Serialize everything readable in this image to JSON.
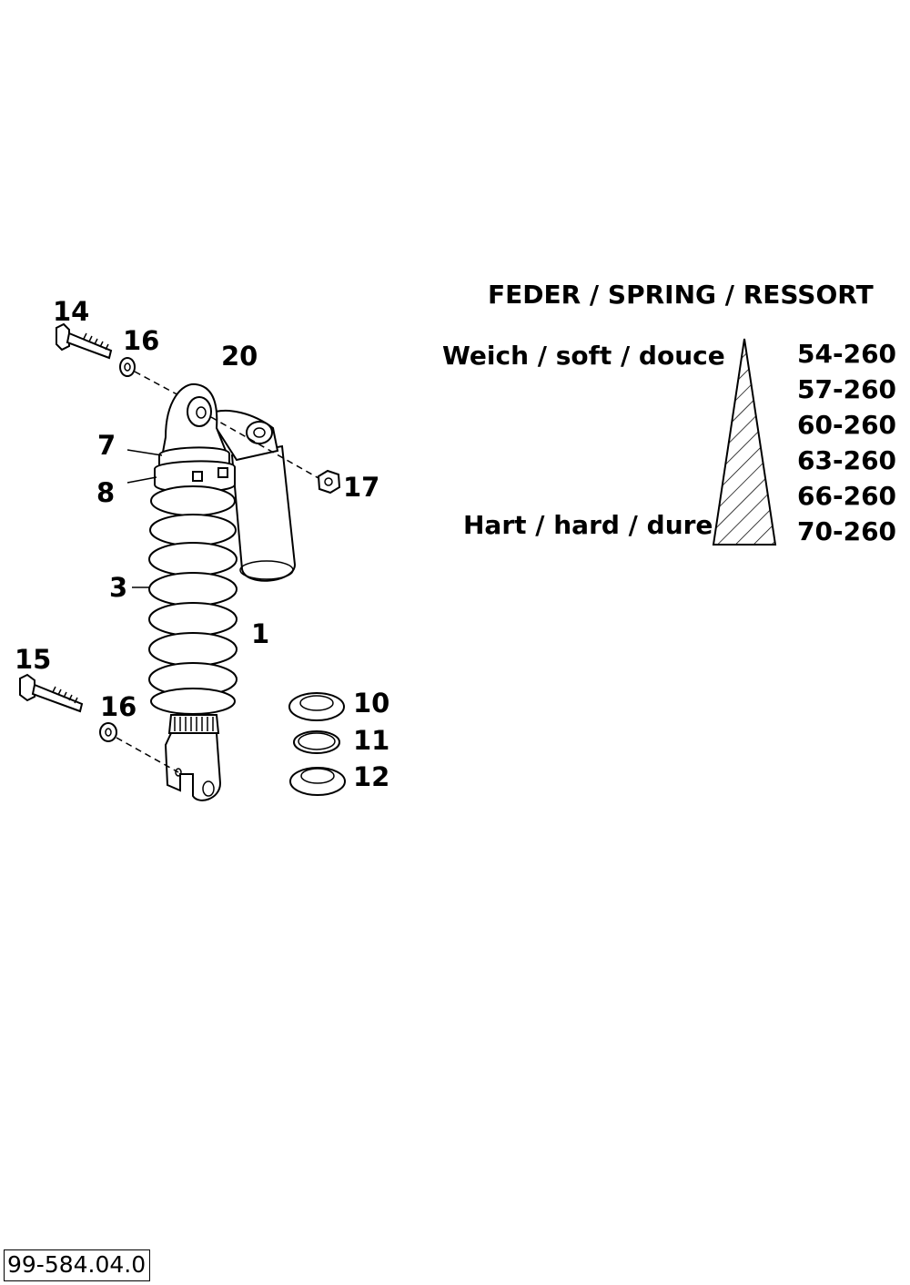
{
  "diagram": {
    "parts": [
      {
        "label": "14"
      },
      {
        "label": "16"
      },
      {
        "label": "20"
      },
      {
        "label": "7"
      },
      {
        "label": "8"
      },
      {
        "label": "17"
      },
      {
        "label": "3"
      },
      {
        "label": "1"
      },
      {
        "label": "15"
      },
      {
        "label": "16"
      },
      {
        "label": "10"
      },
      {
        "label": "11"
      },
      {
        "label": "12"
      }
    ]
  },
  "spring_table": {
    "title": "FEDER / SPRING / RESSORT",
    "soft_label": "Weich / soft / douce",
    "hard_label": "Hart / hard / dure",
    "codes": [
      "54-260",
      "57-260",
      "60-260",
      "63-260",
      "66-260",
      "70-260"
    ]
  },
  "doc_number": "99-584.04.0"
}
